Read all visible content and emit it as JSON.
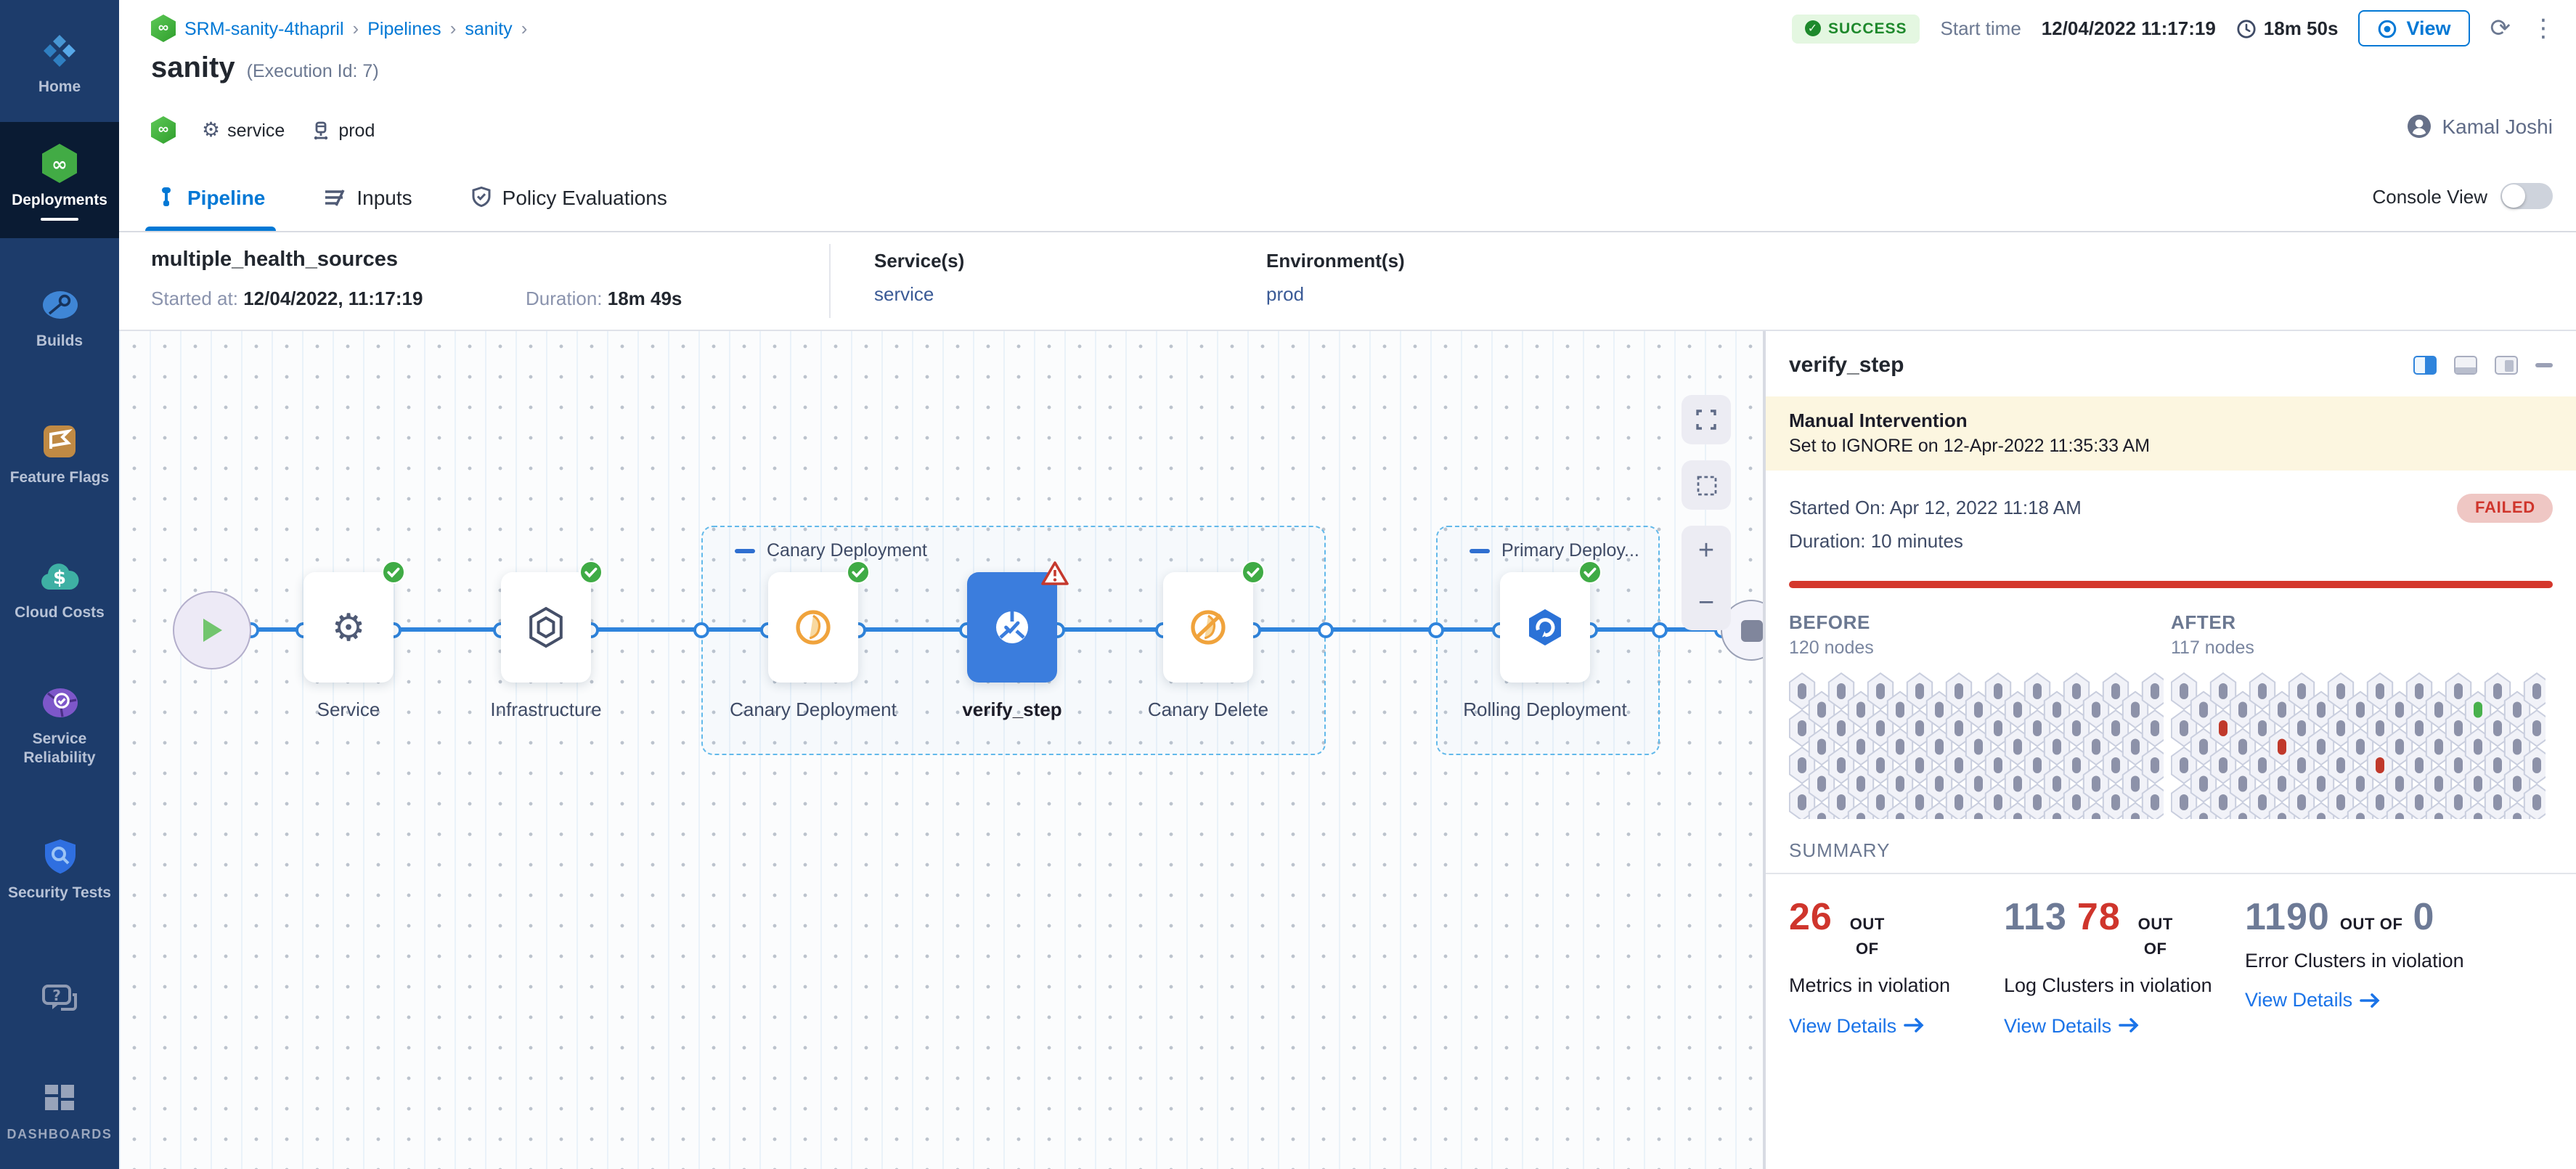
{
  "colors": {
    "accent": "#0278d5",
    "success_green": "#1e892c",
    "fail_red": "#cf352c",
    "node_blue": "#3b7ddd",
    "canary_orange": "#f0a33c",
    "sidebar_bg": "#1d3c6b"
  },
  "sidebar": {
    "items": [
      {
        "id": "home",
        "label": "Home",
        "icon": "home-icon",
        "active": false
      },
      {
        "id": "deployments",
        "label": "Deployments",
        "icon": "deployments-icon",
        "active": true
      },
      {
        "id": "builds",
        "label": "Builds",
        "icon": "builds-icon",
        "active": false
      },
      {
        "id": "feature-flags",
        "label": "Feature Flags",
        "icon": "feature-flags-icon",
        "active": false
      },
      {
        "id": "cloud-costs",
        "label": "Cloud Costs",
        "icon": "cloud-costs-icon",
        "active": false
      },
      {
        "id": "service-reliability",
        "label": "Service Reliability",
        "icon": "service-reliability-icon",
        "active": false
      },
      {
        "id": "security-tests",
        "label": "Security Tests",
        "icon": "security-tests-icon",
        "active": false
      },
      {
        "id": "help-chat",
        "label": "",
        "icon": "chat-icon",
        "active": false
      },
      {
        "id": "dashboards",
        "label": "DASHBOARDS",
        "icon": "dashboards-icon",
        "active": false
      }
    ]
  },
  "header": {
    "breadcrumb": {
      "items": [
        "SRM-sanity-4thapril",
        "Pipelines",
        "sanity"
      ],
      "separator": "›"
    },
    "status": {
      "badge": "SUCCESS",
      "start_time_label": "Start time",
      "start_time": "12/04/2022 11:17:19",
      "duration": "18m 50s",
      "view_button": "View"
    },
    "title": "sanity",
    "execution_id": "(Execution Id: 7)",
    "tags": {
      "service": "service",
      "environment": "prod"
    },
    "user": "Kamal Joshi"
  },
  "tabs": {
    "items": [
      {
        "label": "Pipeline",
        "active": true
      },
      {
        "label": "Inputs",
        "active": false
      },
      {
        "label": "Policy Evaluations",
        "active": false
      }
    ],
    "console_label": "Console View"
  },
  "info": {
    "name": "multiple_health_sources",
    "started_label": "Started at:",
    "started": "12/04/2022, 11:17:19",
    "duration_label": "Duration:",
    "duration": "18m 49s",
    "services_label": "Service(s)",
    "services": "service",
    "env_label": "Environment(s)",
    "env": "prod"
  },
  "canvas": {
    "groups": [
      {
        "label": "Canary Deployment"
      },
      {
        "label": "Primary Deploy..."
      }
    ],
    "nodes": [
      {
        "id": "service",
        "label": "Service",
        "icon": "gear-icon",
        "status": "success",
        "selected": false
      },
      {
        "id": "infrastructure",
        "label": "Infrastructure",
        "icon": "infrastructure-icon",
        "status": "success",
        "selected": false
      },
      {
        "id": "canary-deployment",
        "label": "Canary Deployment",
        "icon": "canary-icon",
        "status": "success",
        "selected": false
      },
      {
        "id": "verify-step",
        "label": "verify_step",
        "icon": "verify-icon",
        "status": "warning",
        "selected": true
      },
      {
        "id": "canary-delete",
        "label": "Canary Delete",
        "icon": "canary-delete-icon",
        "status": "success",
        "selected": false
      },
      {
        "id": "rolling-deployment",
        "label": "Rolling Deployment",
        "icon": "rolling-icon",
        "status": "success",
        "selected": false
      }
    ]
  },
  "panel": {
    "title": "verify_step",
    "banner": {
      "title": "Manual Intervention",
      "text": "Set to IGNORE on 12-Apr-2022 11:35:33 AM"
    },
    "run": {
      "started": "Started On: Apr 12, 2022 11:18 AM",
      "duration": "Duration: 10 minutes",
      "badge": "FAILED"
    },
    "compare": {
      "before": {
        "title": "BEFORE",
        "subtitle": "120 nodes"
      },
      "after": {
        "title": "AFTER",
        "subtitle": "117 nodes",
        "red_cells": [
          [
            2,
            1
          ],
          [
            5,
            1
          ],
          [
            10,
            2
          ]
        ],
        "green_cells": [
          [
            15,
            0
          ]
        ]
      }
    },
    "summary": {
      "label": "SUMMARY",
      "cards": [
        {
          "number_parts": [
            {
              "text": "26",
              "color": "red"
            }
          ],
          "out_of": "OUT OF",
          "tail_parts": [],
          "label": "Metrics in violation",
          "link": "View Details",
          "narrow": true
        },
        {
          "number_parts": [
            {
              "text": "113",
              "color": "gray"
            },
            {
              "text": "78",
              "color": "red"
            }
          ],
          "out_of": "OUT OF",
          "tail_parts": [],
          "label": "Log Clusters in violation",
          "link": "View Details",
          "narrow": true
        },
        {
          "number_parts": [
            {
              "text": "1190",
              "color": "gray"
            }
          ],
          "out_of": "OUT OF",
          "tail_parts": [
            {
              "text": "0",
              "color": "gray"
            }
          ],
          "label": "Error Clusters in violation",
          "link": "View Details",
          "narrow": false
        }
      ]
    }
  }
}
